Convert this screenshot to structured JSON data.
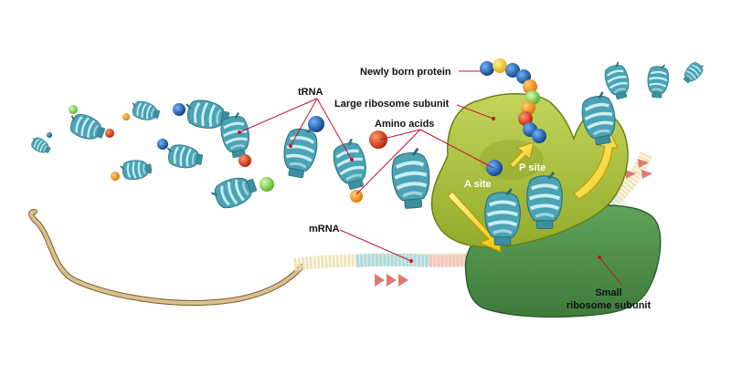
{
  "labels": {
    "trna": "tRNA",
    "newly_born_protein": "Newly born protein",
    "large_subunit": "Large ribosome subunit",
    "amino_acids": "Amino acids",
    "a_site": "A site",
    "p_site": "P site",
    "mrna": "mRNA",
    "small_subunit_line1": "Small",
    "small_subunit_line2": "ribosome subunit"
  },
  "colors": {
    "large_subunit": "#a8bf3e",
    "small_subunit": "#4f8f4a",
    "trna_body": "#4ba3b3",
    "trna_light": "#b7e2ec",
    "mrna_strand": "#c8b07a",
    "leader_line": "#c8102e",
    "arrow_yellow": "#f5d800",
    "amino_blue": "#1f5f9e",
    "amino_orange": "#f08a00",
    "amino_red": "#d6331a",
    "amino_green": "#7ad14a",
    "amino_yellow": "#f7c61a"
  },
  "icons": [
    "trna-molecule",
    "amino-acid-bead",
    "ribosome",
    "mrna-strand",
    "direction-arrow"
  ]
}
